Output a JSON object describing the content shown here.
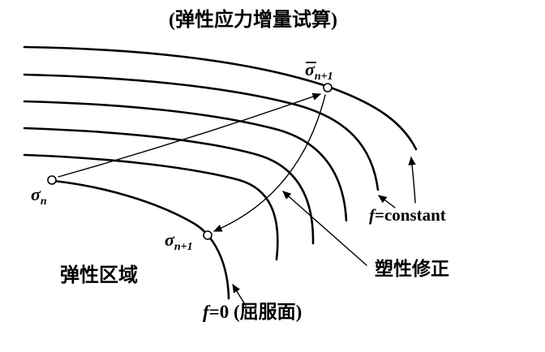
{
  "figure": {
    "title": "(弹性应力增量试算)",
    "region_label": "弹性区域",
    "correction_label": "塑性修正",
    "points": {
      "sigma_n": {
        "base": "σ",
        "sub": "n"
      },
      "sigma_trial": {
        "base": "σ",
        "sub": "n+1",
        "overbar": true
      },
      "sigma_next": {
        "base": "σ",
        "sub": "n+1"
      }
    },
    "contours": {
      "f_constant": {
        "f": "f",
        "rest": "=constant"
      },
      "f_zero": {
        "f": "f",
        "rest": "=0 (屈服面)"
      }
    },
    "colors": {
      "ink": "#000000",
      "background": "#ffffff"
    }
  }
}
